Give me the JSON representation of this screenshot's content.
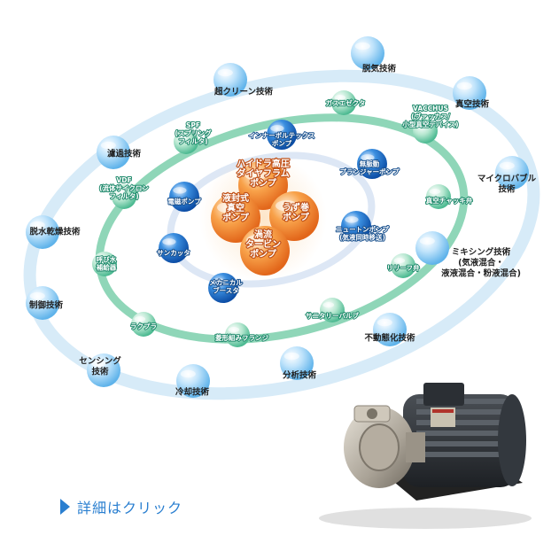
{
  "colors": {
    "outer_ring": "#cfe6f7",
    "mid_ring": "#7fd1b2",
    "inner_ring": "#dbe7f6",
    "core": "#f39a3c",
    "link": "#2a7fd0"
  },
  "outer_items": [
    {
      "icon": "sphere-light-blue",
      "lines": [
        "超クリーン技術"
      ]
    },
    {
      "icon": "sphere-light-blue",
      "lines": [
        "脱気技術"
      ]
    },
    {
      "icon": "sphere-light-blue",
      "lines": [
        "真空技術"
      ]
    },
    {
      "icon": "sphere-light-blue",
      "lines": [
        "マイクロバブル",
        "技術"
      ]
    },
    {
      "icon": "sphere-light-blue",
      "lines": [
        "ミキシング技術",
        "(気液混合・",
        "液液混合・粉液混合)"
      ]
    },
    {
      "icon": "sphere-light-blue",
      "lines": [
        "不動態化技術"
      ]
    },
    {
      "icon": "sphere-light-blue",
      "lines": [
        "分析技術"
      ]
    },
    {
      "icon": "sphere-light-blue",
      "lines": [
        "冷却技術"
      ]
    },
    {
      "icon": "sphere-light-blue",
      "lines": [
        "センシング",
        "技術"
      ]
    },
    {
      "icon": "sphere-light-blue",
      "lines": [
        "制御技術"
      ]
    },
    {
      "icon": "sphere-light-blue",
      "lines": [
        "脱水乾燥技術"
      ]
    },
    {
      "icon": "sphere-light-blue",
      "lines": [
        "濾過技術"
      ]
    }
  ],
  "mid_items": [
    {
      "icon": "sphere-green",
      "lines": [
        "ガスエゼクタ"
      ]
    },
    {
      "icon": "sphere-green",
      "lines": [
        "VACCHUS",
        "(ヴァッカス/",
        "小型真空デバイス)"
      ]
    },
    {
      "icon": "sphere-green",
      "lines": [
        "真空チャッキ弁"
      ]
    },
    {
      "icon": "sphere-green",
      "lines": [
        "リリーフ弁"
      ]
    },
    {
      "icon": "sphere-green",
      "lines": [
        "サニタリーバルブ"
      ]
    },
    {
      "icon": "sphere-green",
      "lines": [
        "菱形組みフランジ"
      ]
    },
    {
      "icon": "sphere-green",
      "lines": [
        "ラクプラ"
      ]
    },
    {
      "icon": "sphere-green",
      "lines": [
        "呼び水",
        "補給器"
      ]
    },
    {
      "icon": "sphere-green",
      "lines": [
        "VDF",
        "(流体サイクロン",
        "フィルタ)"
      ]
    },
    {
      "icon": "sphere-green",
      "lines": [
        "SPF",
        "(スプリング",
        "フィルタ)"
      ]
    }
  ],
  "inner_items": [
    {
      "icon": "sphere-blue",
      "lines": [
        "インナーボルテックス",
        "ポンプ"
      ]
    },
    {
      "icon": "sphere-blue",
      "lines": [
        "無脈動",
        "プランジャーポンプ"
      ]
    },
    {
      "icon": "sphere-blue",
      "lines": [
        "ニュートンポンプ",
        "(気液同時移送)"
      ]
    },
    {
      "icon": "sphere-blue",
      "lines": [
        "メカニカル",
        "ブースタ"
      ]
    },
    {
      "icon": "sphere-blue",
      "lines": [
        "サンカッタ"
      ]
    },
    {
      "icon": "sphere-blue",
      "lines": [
        "電磁ポンプ"
      ]
    }
  ],
  "core_items": [
    {
      "icon": "sphere-orange",
      "lines": [
        "ハイドラ高圧",
        "ダイヤフラム",
        "ポンプ"
      ]
    },
    {
      "icon": "sphere-orange",
      "lines": [
        "液封式",
        "真空",
        "ポンプ"
      ]
    },
    {
      "icon": "sphere-orange",
      "lines": [
        "うず巻",
        "ポンプ"
      ]
    },
    {
      "icon": "sphere-orange",
      "lines": [
        "渦流",
        "タービン",
        "ポンプ"
      ]
    }
  ],
  "product_image": {
    "icon": "pump-motor-photo"
  },
  "details_link": {
    "label": "詳細はクリック",
    "icon": "triangle-right-icon"
  }
}
